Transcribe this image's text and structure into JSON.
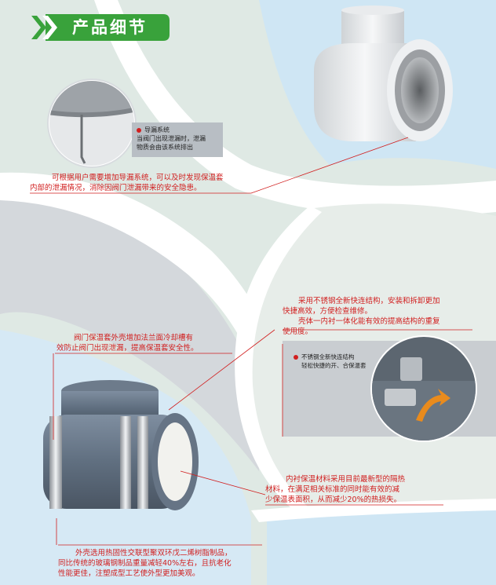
{
  "header": {
    "title": "产品细节"
  },
  "callout_drain": {
    "title": "导漏系统",
    "lines": [
      "当阀门出现泄漏时，泄漏",
      "物质会由该系统排出"
    ]
  },
  "note_drain": {
    "lines": [
      "可根据用户需要增加导漏系统，可以及时发现保温套",
      "内部的泄漏情况，消除因阀门泄漏带来的安全隐患。"
    ]
  },
  "note_steel": {
    "lines": [
      "采用不锈钢全新快连结构，安装和拆卸更加",
      "快捷高效，方便检查维修。",
      "壳体一内衬一体化能有效的提高结构的重复",
      "使用度。"
    ]
  },
  "callout_steel": {
    "lines": [
      "不锈钢全新快连结构",
      "轻松快捷的开、合保温套"
    ]
  },
  "note_flange": {
    "lines": [
      "阀门保温套外壳增加法兰面冷却槽有",
      "效防止阀门出现泄漏，提高保温套安全性。"
    ]
  },
  "note_lining": {
    "lines": [
      "内衬保温材料采用目前最新型的隔热",
      "材料，在满足相关标准的同时能有效的减",
      "少保温表面积，从而减少20%的热损失。"
    ]
  },
  "note_shell": {
    "lines": [
      "外壳选用热固性交联型聚双环戊二烯树脂制品，",
      "同比传统的玻璃钢制品重量减轻40%左右，且抗老化",
      "性能更佳，注塑成型工艺使外型更加美观。"
    ]
  },
  "colors": {
    "green": "#39a23b",
    "red": "#d11f1f",
    "sky": "#cfe6f4",
    "mint": "#dfe9e4"
  }
}
